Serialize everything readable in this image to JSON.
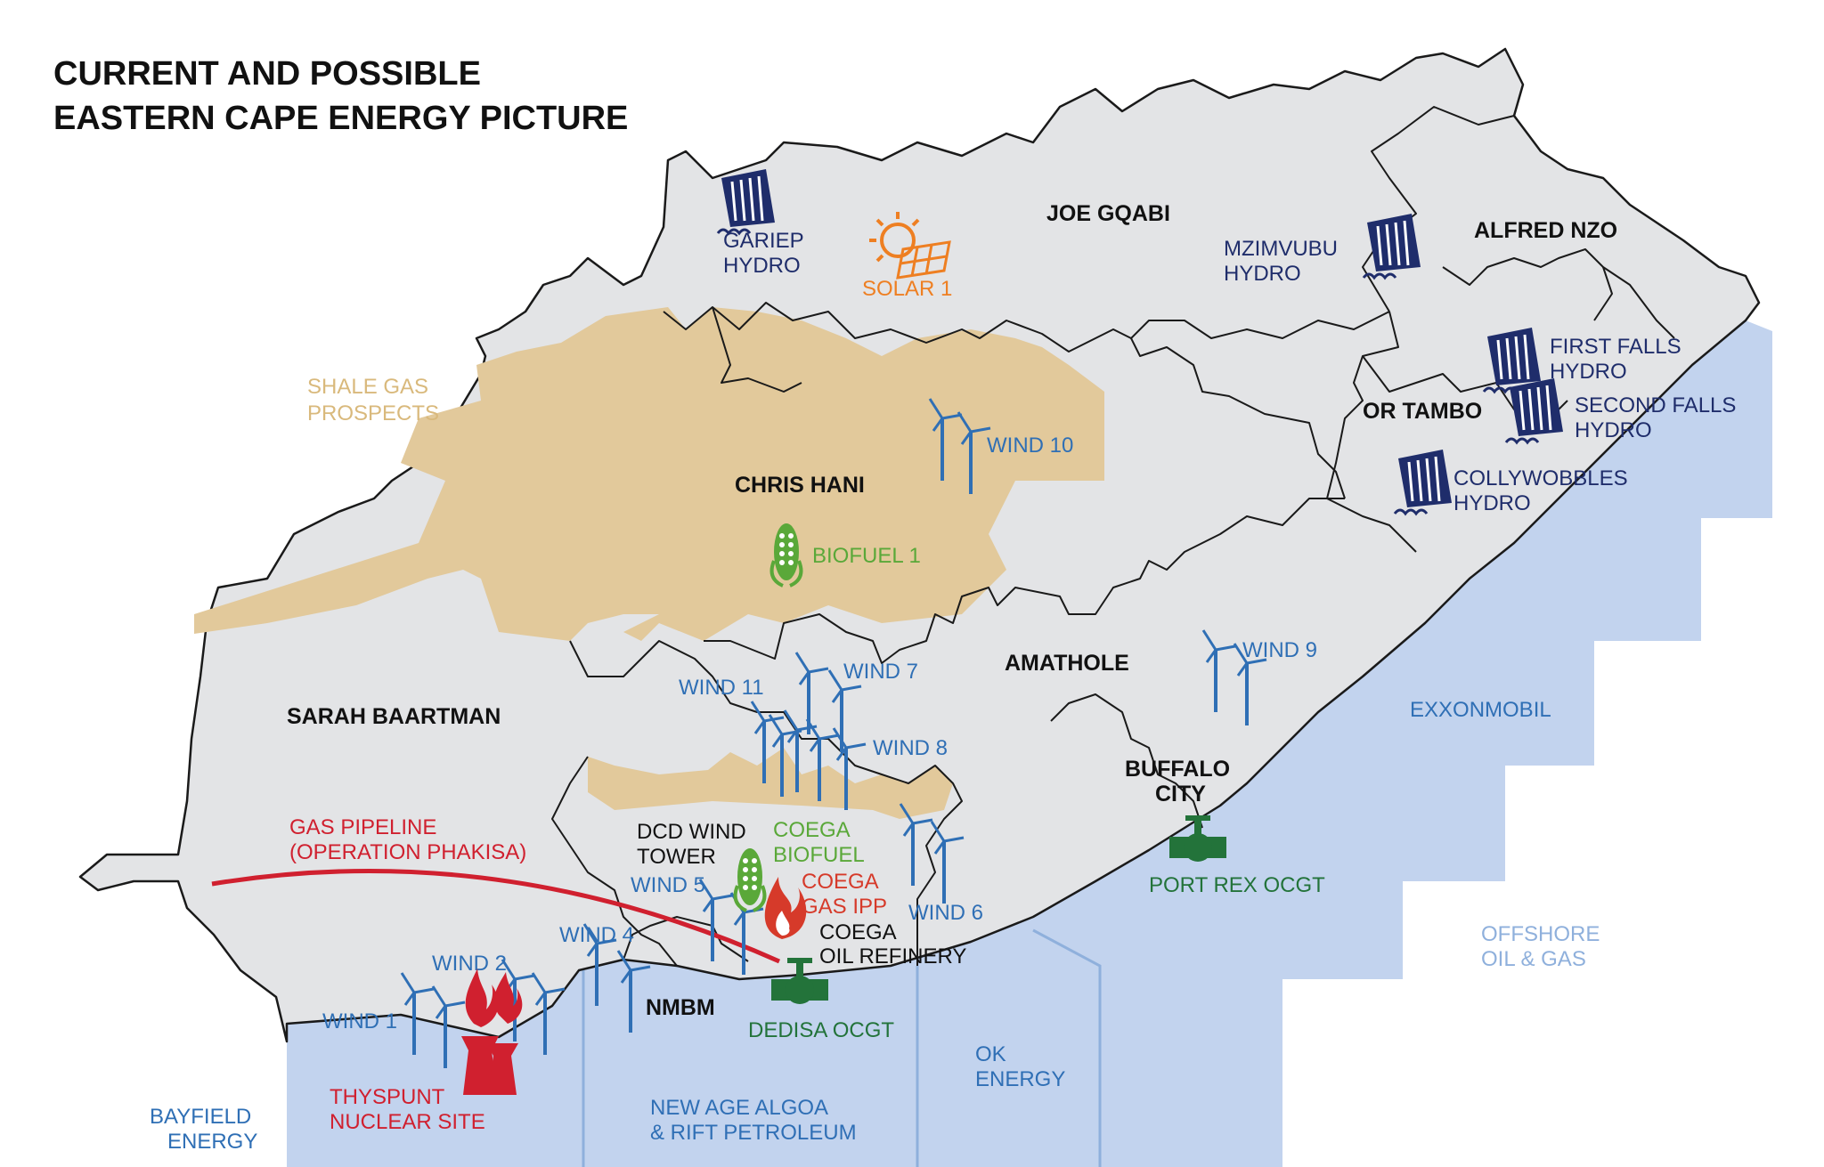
{
  "title": {
    "line1": "CURRENT AND POSSIBLE",
    "line2": "EASTERN CAPE ENERGY PICTURE"
  },
  "colors": {
    "land": "#e3e4e6",
    "border": "#1a1a1a",
    "offshore": "#c2d3ee",
    "offshore_line": "#8fb0dc",
    "shale": "#e2c99b",
    "shale_text": "#d9b97c",
    "wind": "#2f6fb5",
    "hydro": "#1f2d6b",
    "solar": "#ee7f22",
    "biofuel": "#5aa839",
    "gas": "#d63a2a",
    "nuclear": "#d0202f",
    "ocgt": "#23733a",
    "offshore_text": "#2f6fb5",
    "pipeline": "#d0202f"
  },
  "municipalities": {
    "joe_gqabi": "JOE GQABI",
    "alfred_nzo": "ALFRED NZO",
    "or_tambo": "OR TAMBO",
    "chris_hani": "CHRIS HANI",
    "amathole": "AMATHOLE",
    "sarah_baartman": "SARAH BAARTMAN",
    "buffalo_city_1": "BUFFALO",
    "buffalo_city_2": "CITY",
    "nmbm": "NMBM"
  },
  "hydro": {
    "gariep": [
      "GARIEP",
      "HYDRO"
    ],
    "mzimvubu": [
      "MZIMVUBU",
      "HYDRO"
    ],
    "first_falls": [
      "FIRST FALLS",
      "HYDRO"
    ],
    "second_falls": [
      "SECOND FALLS",
      "HYDRO"
    ],
    "collywobbles": [
      "COLLYWOBBLES",
      "HYDRO"
    ]
  },
  "solar": {
    "solar1": "SOLAR 1"
  },
  "shale": [
    "SHALE GAS",
    "PROSPECTS"
  ],
  "wind": {
    "wind1": "WIND 1",
    "wind2": "WIND 2",
    "wind4": "WIND 4",
    "wind5": "WIND 5",
    "wind6": "WIND 6",
    "wind7": "WIND 7",
    "wind8": "WIND 8",
    "wind9": "WIND 9",
    "wind10": "WIND 10",
    "wind11": "WIND 11"
  },
  "biofuel": {
    "biofuel1": "BIOFUEL 1",
    "coega": [
      "COEGA",
      "BIOFUEL"
    ]
  },
  "dcd": [
    "DCD WIND",
    "TOWER"
  ],
  "gas_ipp": [
    "COEGA",
    "GAS IPP"
  ],
  "refinery": [
    "COEGA",
    "OIL REFINERY"
  ],
  "ocgt": {
    "dedisa": "DEDISA OCGT",
    "port_rex": "PORT REX OCGT"
  },
  "nuclear": [
    "THYSPUNT",
    "NUCLEAR SITE"
  ],
  "pipeline": [
    "GAS PIPELINE",
    "(OPERATION PHAKISA)"
  ],
  "offshore": {
    "exxon": "EXXONMOBIL",
    "offshore_oil_gas": [
      "OFFSHORE",
      "OIL & GAS"
    ],
    "ok_energy": [
      "OK",
      "ENERGY"
    ],
    "new_age": [
      "NEW AGE ALGOA",
      "& RIFT PETROLEUM"
    ],
    "bayfield": [
      "BAYFIELD",
      "ENERGY"
    ]
  }
}
